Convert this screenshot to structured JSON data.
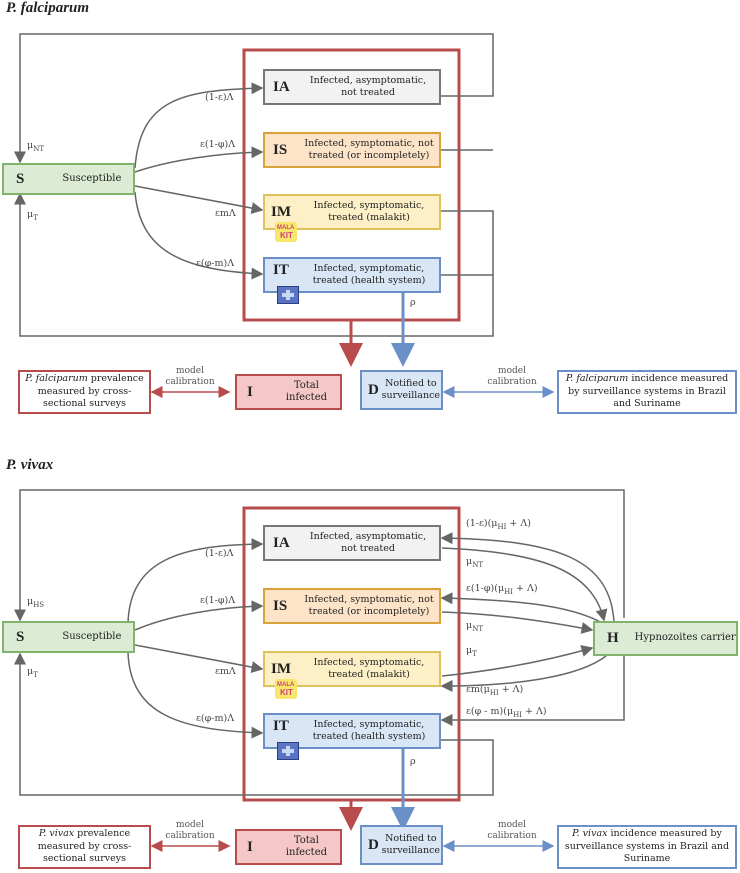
{
  "pf": {
    "title": "P. falciparum",
    "S": {
      "code": "S",
      "desc": "Susceptible"
    },
    "IA": {
      "code": "IA",
      "desc": "Infected, asymptomatic, not treated"
    },
    "IS": {
      "code": "IS",
      "desc": "Infected, symptomatic, not treated (or incompletely)"
    },
    "IM": {
      "code": "IM",
      "desc": "Infected, symptomatic, treated (malakit)"
    },
    "IT": {
      "code": "IT",
      "desc": "Infected, symptomatic, treated (health system)"
    },
    "I": {
      "code": "I",
      "desc": "Total infected"
    },
    "D": {
      "code": "D",
      "desc": "Notified to surveillance"
    },
    "labels": {
      "to_IA": "(1-ε)Λ",
      "to_IS": "ε(1-φ)Λ",
      "to_IM": "εmΛ",
      "to_IT": "ε(φ-m)Λ",
      "mu_nt": "μ",
      "mu_nt_sub": "NT",
      "mu_t": "μ",
      "mu_t_sub": "T",
      "rho": "ρ"
    },
    "left_ext_species": "P. falciparum",
    "left_ext_rest": " prevalence measured by cross-sectional surveys",
    "right_ext_species": "P. falciparum",
    "right_ext_rest": " incidence measured by surveillance systems in Brazil and Suriname",
    "calib_left": "model calibration",
    "calib_right": "model calibration"
  },
  "pv": {
    "title": "P. vivax",
    "S": {
      "code": "S",
      "desc": "Susceptible"
    },
    "IA": {
      "code": "IA",
      "desc": "Infected, asymptomatic, not treated"
    },
    "IS": {
      "code": "IS",
      "desc": "Infected, symptomatic, not treated (or incompletely)"
    },
    "IM": {
      "code": "IM",
      "desc": "Infected, symptomatic, treated (malakit)"
    },
    "IT": {
      "code": "IT",
      "desc": "Infected, symptomatic, treated (health system)"
    },
    "H": {
      "code": "H",
      "desc": "Hypnozoites carrier"
    },
    "I": {
      "code": "I",
      "desc": "Total infected"
    },
    "D": {
      "code": "D",
      "desc": "Notified to surveillance"
    },
    "labels": {
      "to_IA": "(1-ε)Λ",
      "to_IS": "ε(1-φ)Λ",
      "to_IM": "εmΛ",
      "to_IT": "ε(φ-m)Λ",
      "mu_hs": "μ",
      "mu_hs_sub": "HS",
      "mu_t": "μ",
      "mu_t_sub": "T",
      "rho": "ρ",
      "h_to_ia_pre": "(1-ε)(μ",
      "h_to_ia_sub": "HI",
      "h_to_ia_post": " + Λ)",
      "ia_mu": "μ",
      "ia_mu_sub": "NT",
      "h_to_is_pre": "ε(1-φ)(μ",
      "h_to_is_sub": "HI",
      "h_to_is_post": " + Λ)",
      "is_mu": "μ",
      "is_mu_sub": "NT",
      "im_mu": "μ",
      "im_mu_sub": "T",
      "h_to_im_pre": "εm(μ",
      "h_to_im_sub": "HI",
      "h_to_im_post": " + Λ)",
      "h_to_it_pre": "ε(φ - m)(μ",
      "h_to_it_sub": "HI",
      "h_to_it_post": " + Λ)"
    },
    "left_ext_species": "P. vivax",
    "left_ext_rest": " prevalence measured by cross-sectional surveys",
    "right_ext_species": "P. vivax",
    "right_ext_rest": " incidence measured by surveillance systems in Brazil and Suriname",
    "calib_left": "model calibration",
    "calib_right": "model calibration"
  },
  "malakit_label_1": "MALA",
  "malakit_label_2": "KIT",
  "colors": {
    "red": "#b84c4c",
    "blue": "#6b8fc7",
    "green": "#82b36b",
    "gray": "#666666"
  }
}
